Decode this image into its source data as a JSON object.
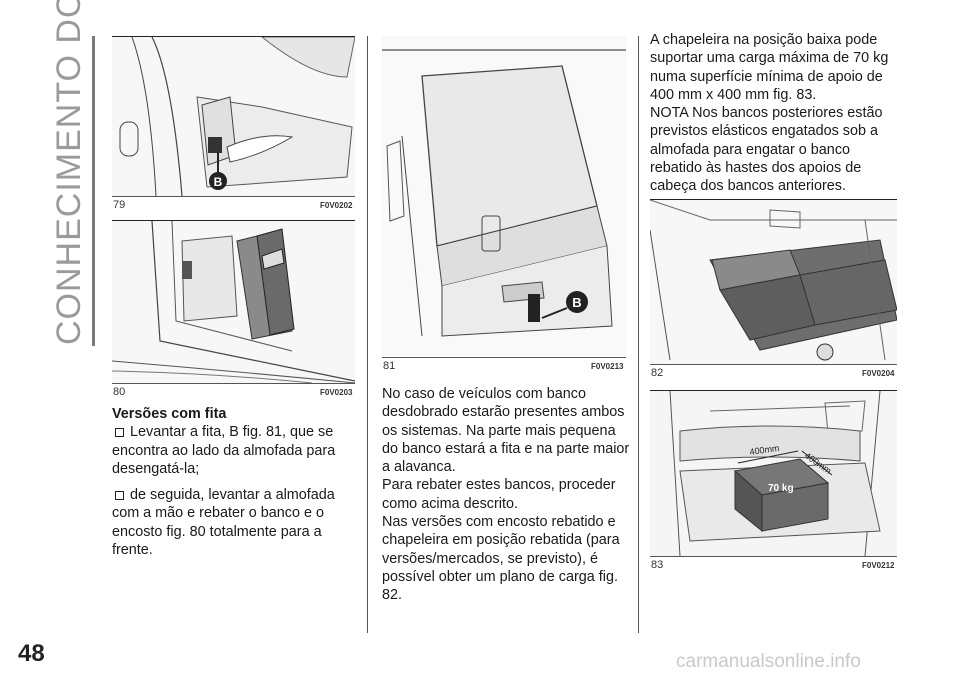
{
  "page": {
    "section_title": "CONHECIMENTO DO VEÍCULO",
    "page_number": "48",
    "watermark": "carmanualsonline.info"
  },
  "figures": {
    "fig79": {
      "number": "79",
      "code": "F0V0202",
      "callout": "B"
    },
    "fig80": {
      "number": "80",
      "code": "F0V0203"
    },
    "fig81": {
      "number": "81",
      "code": "F0V0213",
      "callout": "B"
    },
    "fig82": {
      "number": "82",
      "code": "F0V0204"
    },
    "fig83": {
      "number": "83",
      "code": "F0V0212",
      "dim1": "400mm",
      "dim2": "400mm",
      "weight": "70 kg"
    }
  },
  "col1": {
    "heading": "Versões com fita",
    "bullet1": "Levantar a fita, B fig. 81, que se encontra ao lado da almofada para desengatá-la;",
    "bullet2": "de seguida, levantar a almofada com a mão e rebater o banco e o encosto fig. 80 totalmente para a frente."
  },
  "col2": {
    "p1": "No caso de veículos com banco desdobrado estarão presentes ambos os sistemas. Na parte mais pequena do banco estará a fita e na parte maior a alavanca.",
    "p2": "Para rebater estes bancos, proceder como acima descrito.",
    "p3": "Nas versões com encosto rebatido e chapeleira em posição rebatida (para versões/mercados, se previsto), é possível obter um plano de carga fig. 82."
  },
  "col3": {
    "p1": "A chapeleira na posição baixa pode suportar uma carga máxima de 70 kg numa superfície mínima de apoio de 400 mm x 400 mm fig. 83.",
    "p2": "NOTA Nos bancos posteriores estão previstos elásticos engatados sob a almofada para engatar o banco rebatido às hastes dos apoios de cabeça dos bancos anteriores."
  }
}
